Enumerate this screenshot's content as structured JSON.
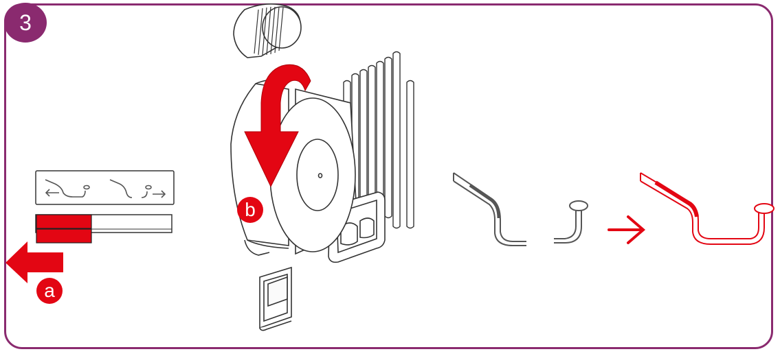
{
  "step": {
    "number": "3"
  },
  "labels": {
    "a": "a",
    "b": "b"
  },
  "colors": {
    "frame": "#8a2a6f",
    "accent": "#e30613",
    "line": "#333333"
  }
}
